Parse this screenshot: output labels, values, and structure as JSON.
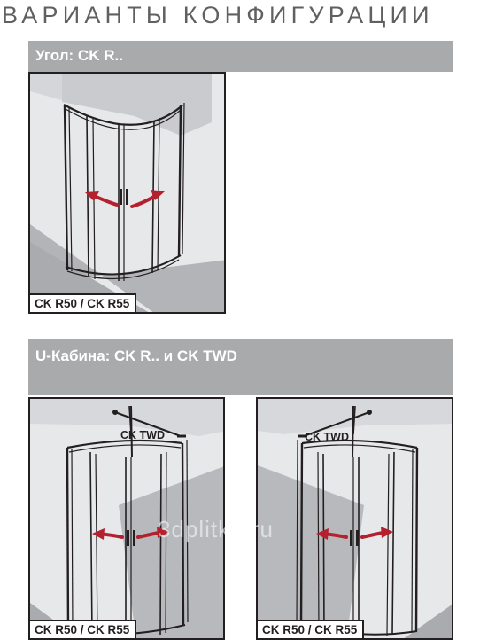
{
  "title": "ВАРИАНТЫ КОНФИГУРАЦИИ",
  "sections": [
    {
      "heading": "Угол: CK R..",
      "panels": [
        {
          "caption": "CK R50 / CK R55"
        }
      ]
    },
    {
      "heading": "U-Кабина: CK R.. и CK TWD",
      "panels": [
        {
          "caption": "CK R50 / CK R55",
          "label": "CK TWD"
        },
        {
          "caption": "CK R50 / CK R55",
          "label": "CK TWD"
        }
      ]
    }
  ],
  "watermark": "3dplitka.ru",
  "colors": {
    "title": "#5f6062",
    "section_bar": "#a8aaac",
    "arrow": "#b5202e",
    "outline": "#231f20",
    "wall_light": "#e6e8ea",
    "wall_dark": "#c9cbce",
    "floor_shadow": "#b2b4b8"
  }
}
